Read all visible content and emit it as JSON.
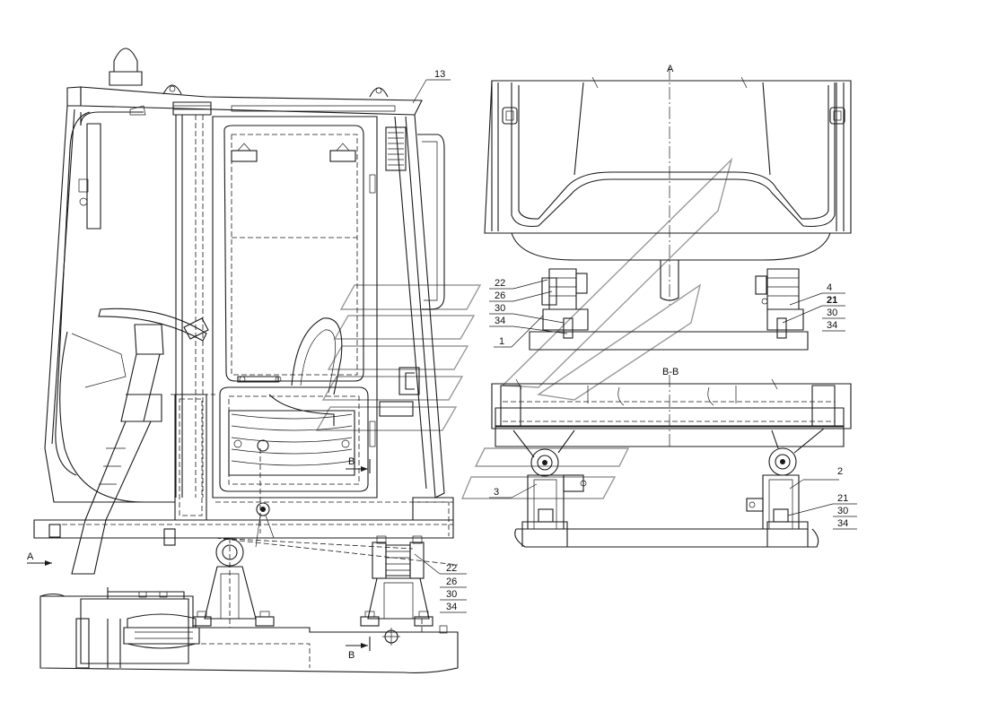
{
  "views": {
    "view_a_title": "A",
    "section_bb_title": "B-B",
    "arrow_a_label": "A",
    "arrow_b_top_label": "B",
    "arrow_b_bottom_label": "B"
  },
  "callouts": {
    "main_cab": {
      "c13": "13"
    },
    "main_mount": {
      "c22": "22",
      "c26": "26",
      "c30": "30",
      "c34": "34"
    },
    "view_a_left": {
      "c22": "22",
      "c26": "26",
      "c30": "30",
      "c34": "34",
      "c1": "1"
    },
    "view_a_right": {
      "c4": "4",
      "c21": "21",
      "c30": "30",
      "c34": "34"
    },
    "section_bb_left": {
      "c3": "3"
    },
    "section_bb_right": {
      "c2": "2",
      "c21": "21",
      "c30": "30",
      "c34": "34"
    }
  }
}
